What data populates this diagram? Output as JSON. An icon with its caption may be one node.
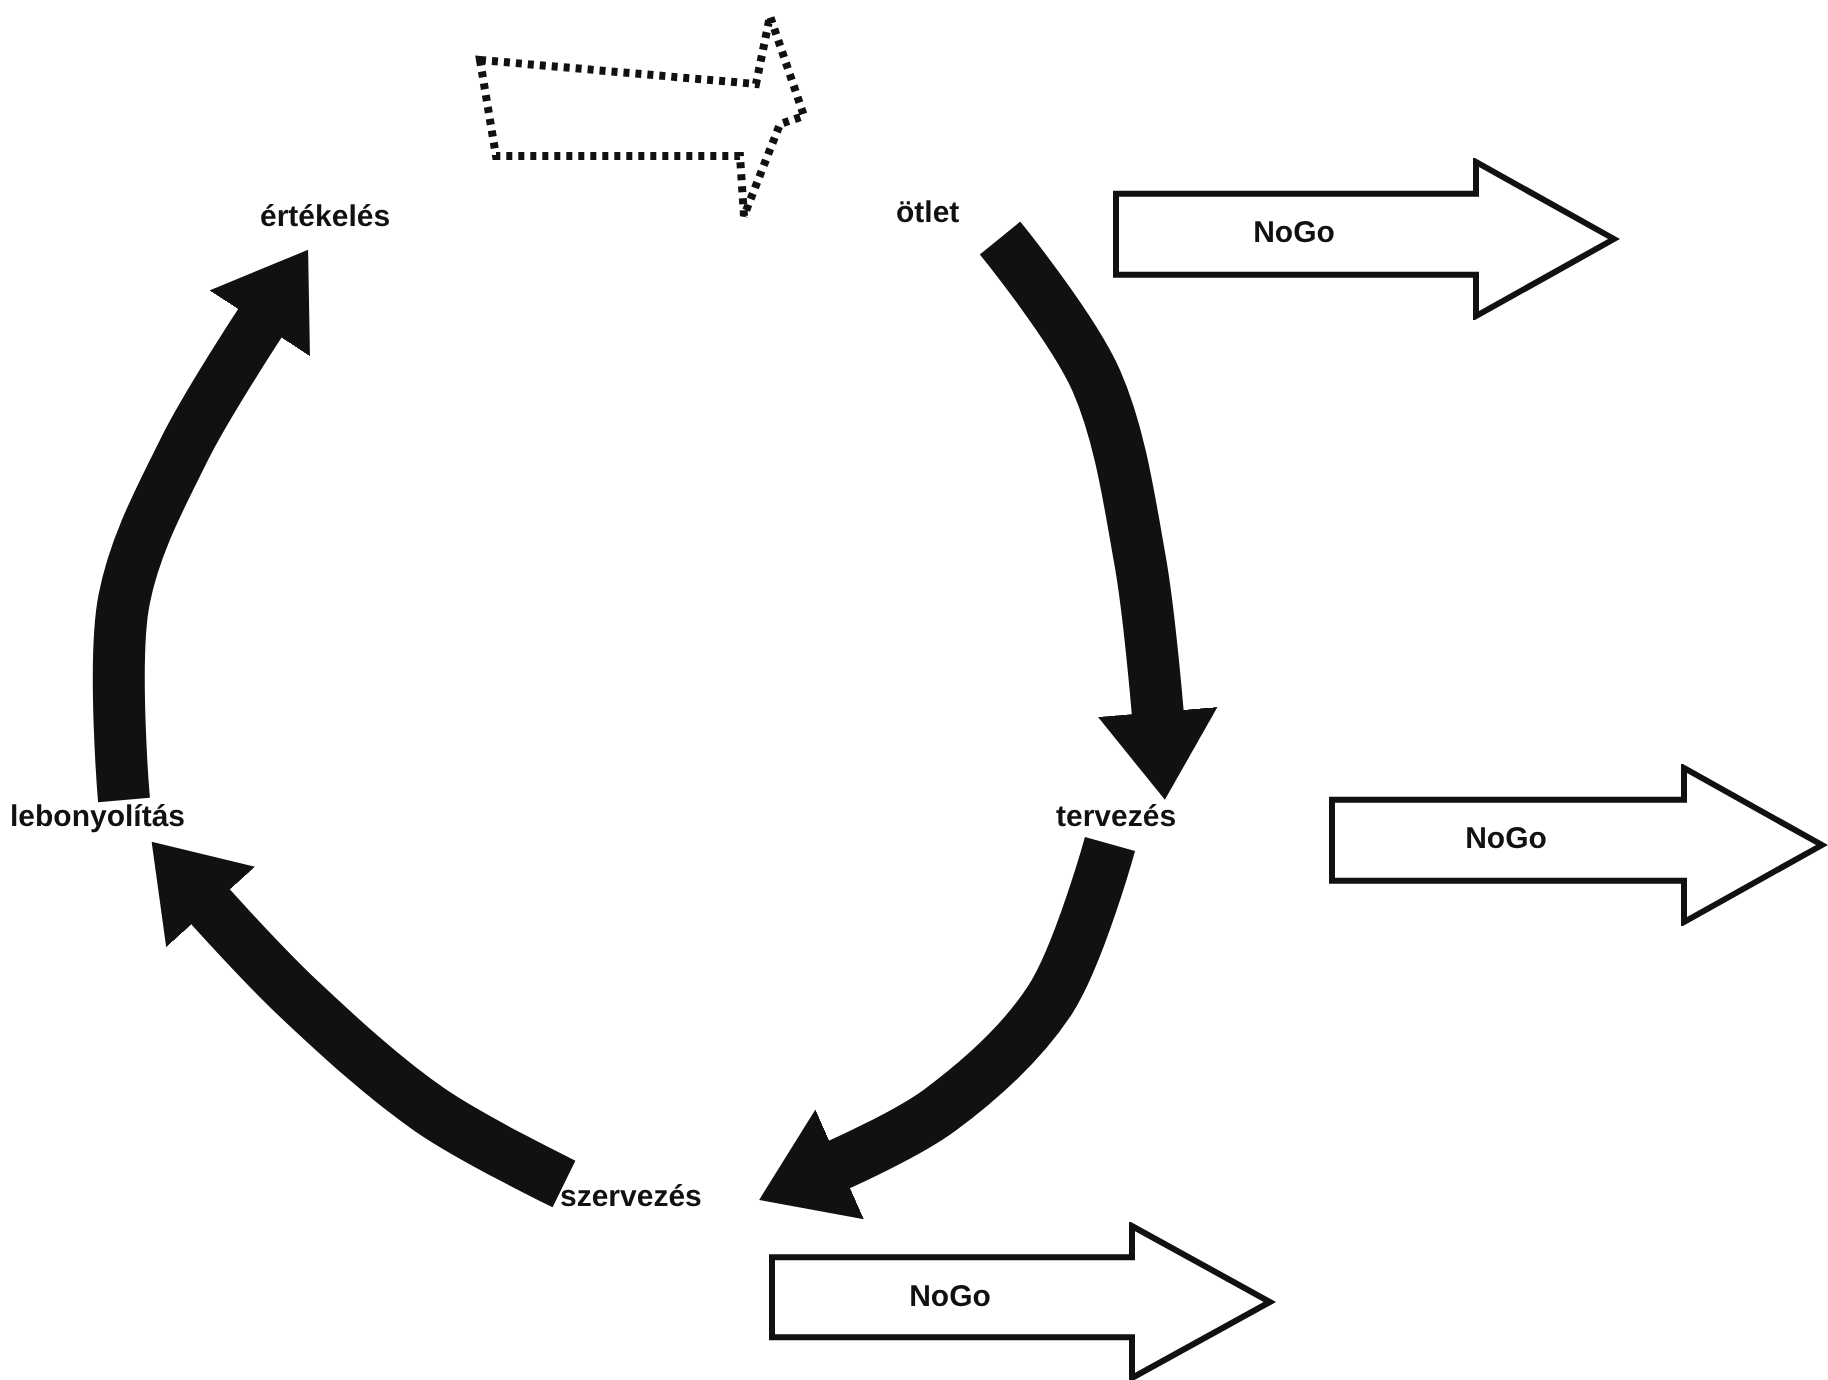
{
  "diagram": {
    "nodes": [
      {
        "text": [
          "ötlet"
        ]
      },
      {
        "text": [
          "tervezés"
        ]
      },
      {
        "text": [
          "szervezés"
        ]
      },
      {
        "text": [
          "lebonyolítás"
        ]
      },
      {
        "text": [
          "értékelés"
        ]
      },
      {
        "text": [
          "NoGo"
        ]
      },
      {
        "text": [
          "NoGo"
        ]
      },
      {
        "text": [
          "NoGo"
        ]
      }
    ],
    "edges": [
      {
        "from": 0,
        "to": 1,
        "arrow": "to"
      },
      {
        "from": 1,
        "to": 2,
        "arrow": "to"
      },
      {
        "from": 2,
        "to": 3,
        "arrow": "to"
      },
      {
        "from": 3,
        "to": 4,
        "arrow": "to"
      },
      {
        "from": 4,
        "to": 0,
        "arrow": "to",
        "style": "dashed"
      }
    ]
  }
}
